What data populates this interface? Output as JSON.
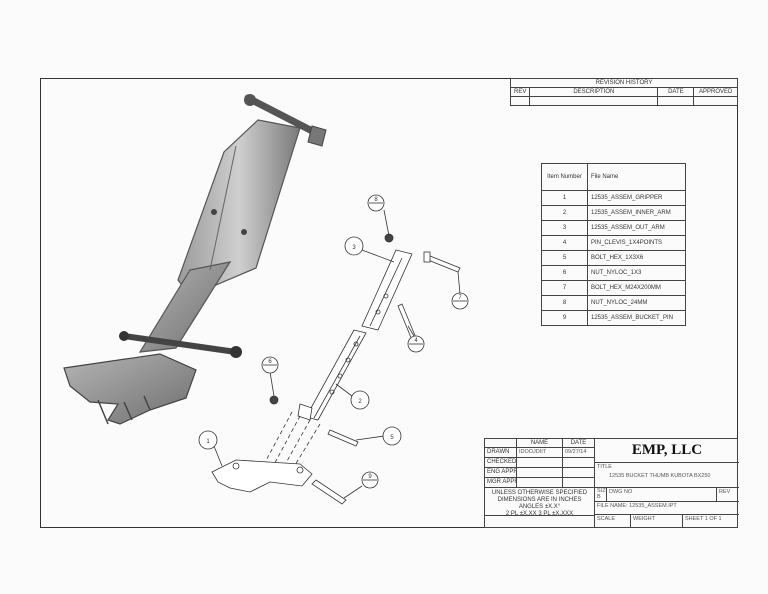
{
  "revision_history": {
    "title": "REVISION HISTORY",
    "headers": [
      "REV",
      "DESCRIPTION",
      "DATE",
      "APPROVED"
    ]
  },
  "bom": {
    "header_item": "Item Number",
    "header_file": "File Name",
    "rows": [
      {
        "item": "1",
        "file": "12535_ASSEM_GRIPPER"
      },
      {
        "item": "2",
        "file": "12535_ASSEM_INNER_ARM"
      },
      {
        "item": "3",
        "file": "12535_ASSEM_OUT_ARM"
      },
      {
        "item": "4",
        "file": "PIN_CLEVIS_1X4POINTS"
      },
      {
        "item": "5",
        "file": "BOLT_HEX_1X3X6"
      },
      {
        "item": "6",
        "file": "NUT_NYLOC_1X3"
      },
      {
        "item": "7",
        "file": "BOLT_HEX_M24X200MM"
      },
      {
        "item": "8",
        "file": "NUT_NYLOC_24MM"
      },
      {
        "item": "9",
        "file": "12535_ASSEM_BUCKET_PIN"
      }
    ]
  },
  "balloons": [
    "1",
    "2",
    "3",
    "4",
    "5",
    "6",
    "7",
    "8",
    "9"
  ],
  "title_block": {
    "name_header": "NAME",
    "date_header": "DATE",
    "rows": [
      "DRAWN",
      "CHECKED",
      "ENG APPR",
      "MGR APPR"
    ],
    "drawn_name": "IDOOJDIIT",
    "drawn_date": "09/27/14",
    "company": "EMP, LLC",
    "title_label": "TITLE",
    "title_value": "12535 BUCKET THUMB KUBOTA BX250",
    "tolerance": [
      "UNLESS OTHERWISE SPECIFIED",
      "DIMENSIONS ARE IN INCHES",
      "ANGLES ±X.X°",
      "2 PL ±X.XX 3 PL ±X.XXX"
    ],
    "size_label": "SIZE",
    "size_value": "B",
    "dwg_label": "DWG NO",
    "rev_label": "REV",
    "file_name": "FILE NAME: 12535_ASSEM.IPT",
    "scale_label": "SCALE",
    "weight_label": "WEIGHT",
    "sheet": "SHEET 1 OF 1"
  }
}
